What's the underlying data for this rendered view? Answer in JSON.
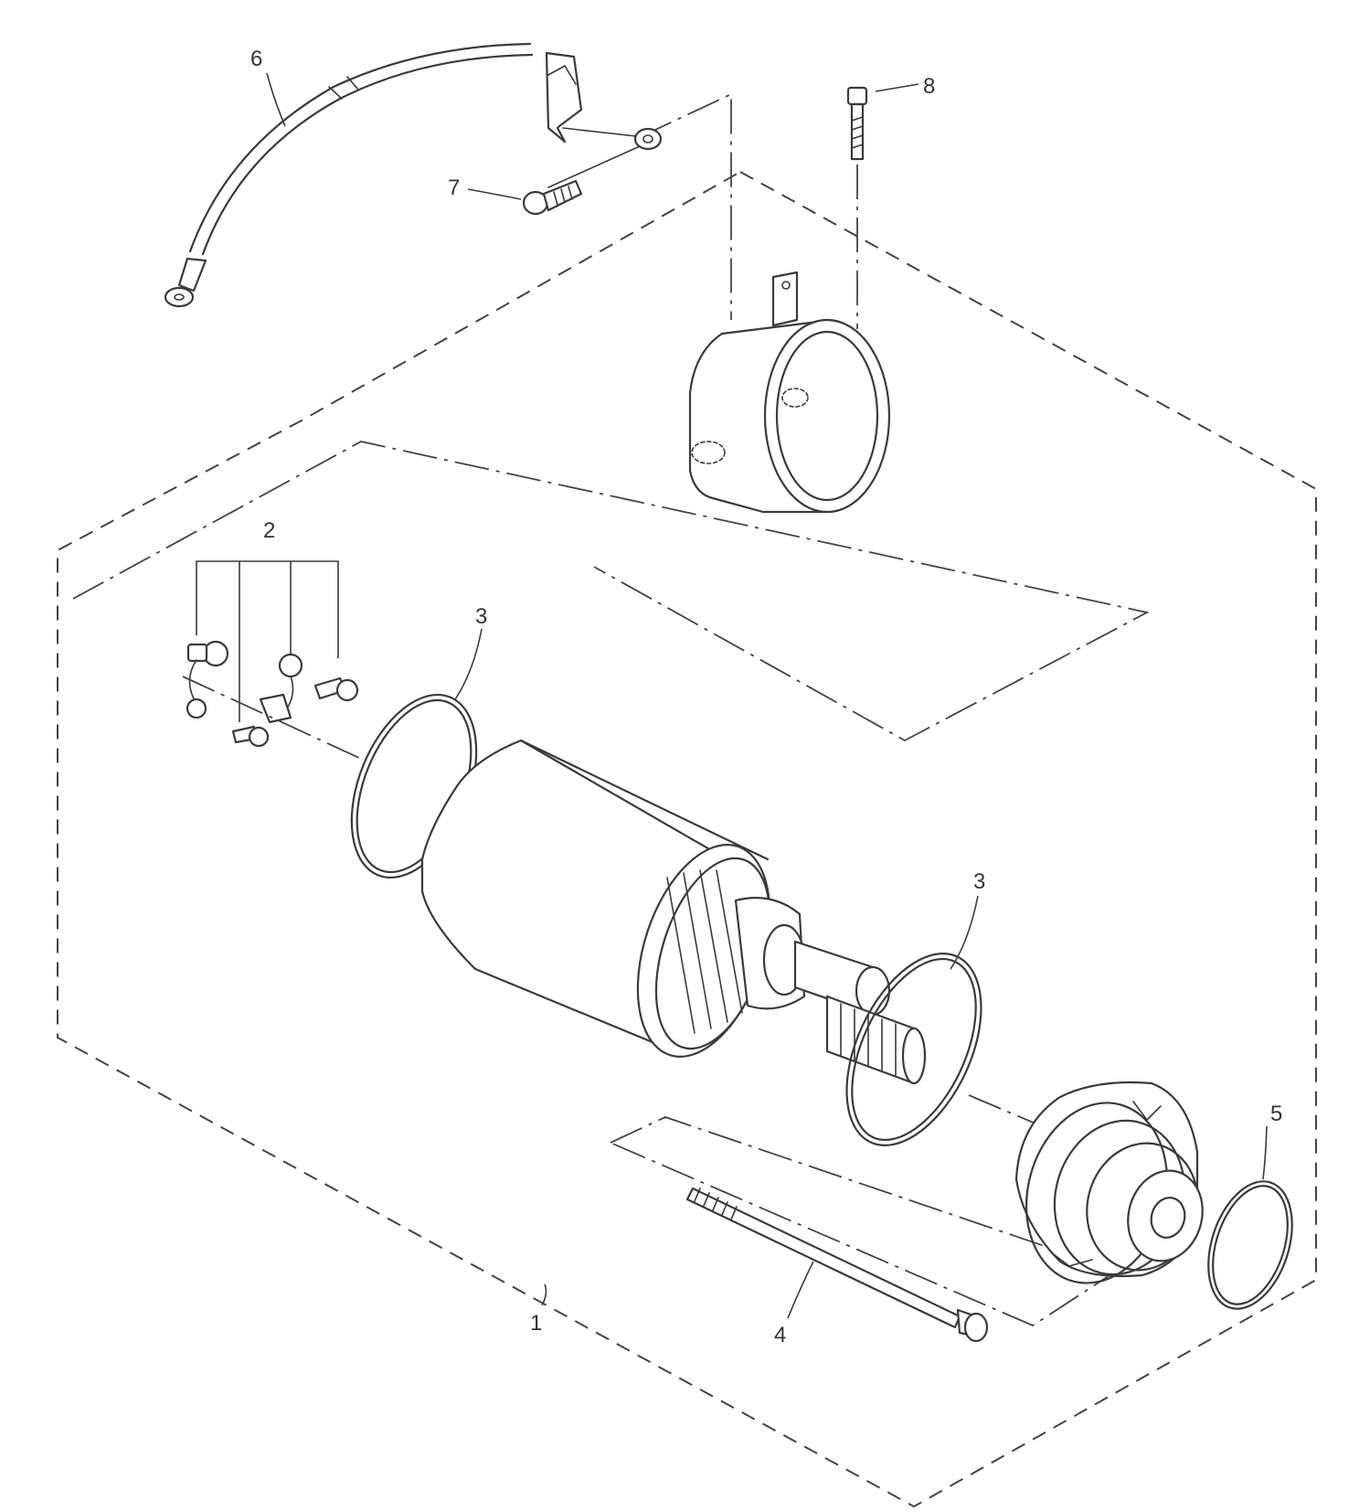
{
  "callouts": {
    "assembly": "1",
    "brush_set": "2",
    "o_ring_upper": "3",
    "o_ring_lower": "3",
    "through_bolt": "4",
    "o_ring_front": "5",
    "lead_wire": "6",
    "screw": "7",
    "bolt": "8"
  }
}
